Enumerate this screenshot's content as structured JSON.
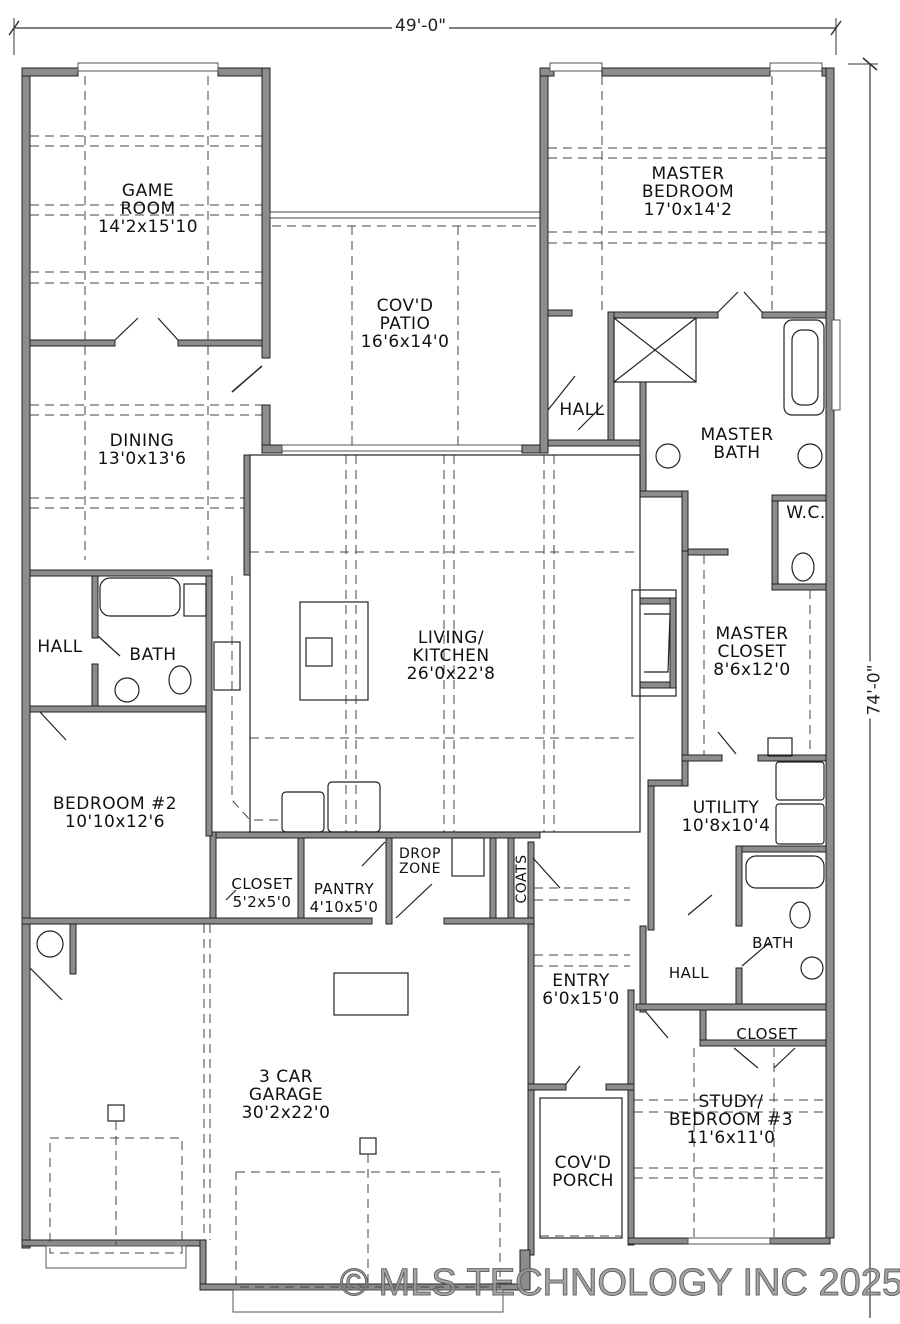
{
  "plan": {
    "overall_width": "49'-0\"",
    "overall_depth": "74'-0\"",
    "rooms": {
      "game_room": {
        "name1": "GAME",
        "name2": "ROOM",
        "size": "14'2x15'10"
      },
      "covd_patio": {
        "name1": "COV'D",
        "name2": "PATIO",
        "size": "16'6x14'0"
      },
      "master_bedroom": {
        "name1": "MASTER",
        "name2": "BEDROOM",
        "size": "17'0x14'2"
      },
      "hall_master": {
        "name1": "HALL"
      },
      "master_bath": {
        "name1": "MASTER",
        "name2": "BATH"
      },
      "wc": {
        "name1": "W.C."
      },
      "dining": {
        "name1": "DINING",
        "size": "13'0x13'6"
      },
      "hall_left": {
        "name1": "HALL"
      },
      "bath_left": {
        "name1": "BATH"
      },
      "living_kitchen": {
        "name1": "LIVING/",
        "name2": "KITCHEN",
        "size": "26'0x22'8"
      },
      "master_closet": {
        "name1": "MASTER",
        "name2": "CLOSET",
        "size": "8'6x12'0"
      },
      "bedroom2": {
        "name1": "BEDROOM #2",
        "size": "10'10x12'6"
      },
      "utility": {
        "name1": "UTILITY",
        "size": "10'8x10'4"
      },
      "closet_bed2": {
        "name1": "CLOSET",
        "size": "5'2x5'0"
      },
      "pantry": {
        "name1": "PANTRY",
        "size": "4'10x5'0"
      },
      "drop_zone": {
        "name1": "DROP",
        "name2": "ZONE"
      },
      "coats": {
        "name1": "COATS"
      },
      "bath_right": {
        "name1": "BATH"
      },
      "entry": {
        "name1": "ENTRY",
        "size": "6'0x15'0"
      },
      "hall_right": {
        "name1": "HALL"
      },
      "closet_study": {
        "name1": "CLOSET"
      },
      "garage": {
        "name1": "3 CAR",
        "name2": "GARAGE",
        "size": "30'2x22'0"
      },
      "study": {
        "name1": "STUDY/",
        "name2": "BEDROOM #3",
        "size": "11'6x11'0"
      },
      "covd_porch": {
        "name1": "COV'D",
        "name2": "PORCH"
      }
    }
  },
  "watermark": "© MLS TECHNOLOGY INC 2025"
}
